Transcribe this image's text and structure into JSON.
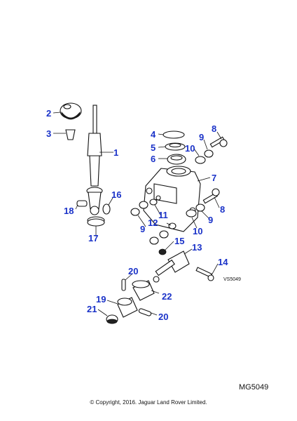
{
  "diagram": {
    "drawing_ref": "VS5049",
    "part_numbers": [
      "1",
      "2",
      "3",
      "4",
      "5",
      "6",
      "7",
      "8",
      "8",
      "9",
      "9",
      "9",
      "10",
      "10",
      "11",
      "12",
      "13",
      "14",
      "15",
      "16",
      "17",
      "18",
      "19",
      "20",
      "20",
      "21",
      "22"
    ]
  },
  "footer": {
    "code": "MG5049",
    "copyright": "© Copyright, 2016. Jaguar Land Rover Limited."
  }
}
